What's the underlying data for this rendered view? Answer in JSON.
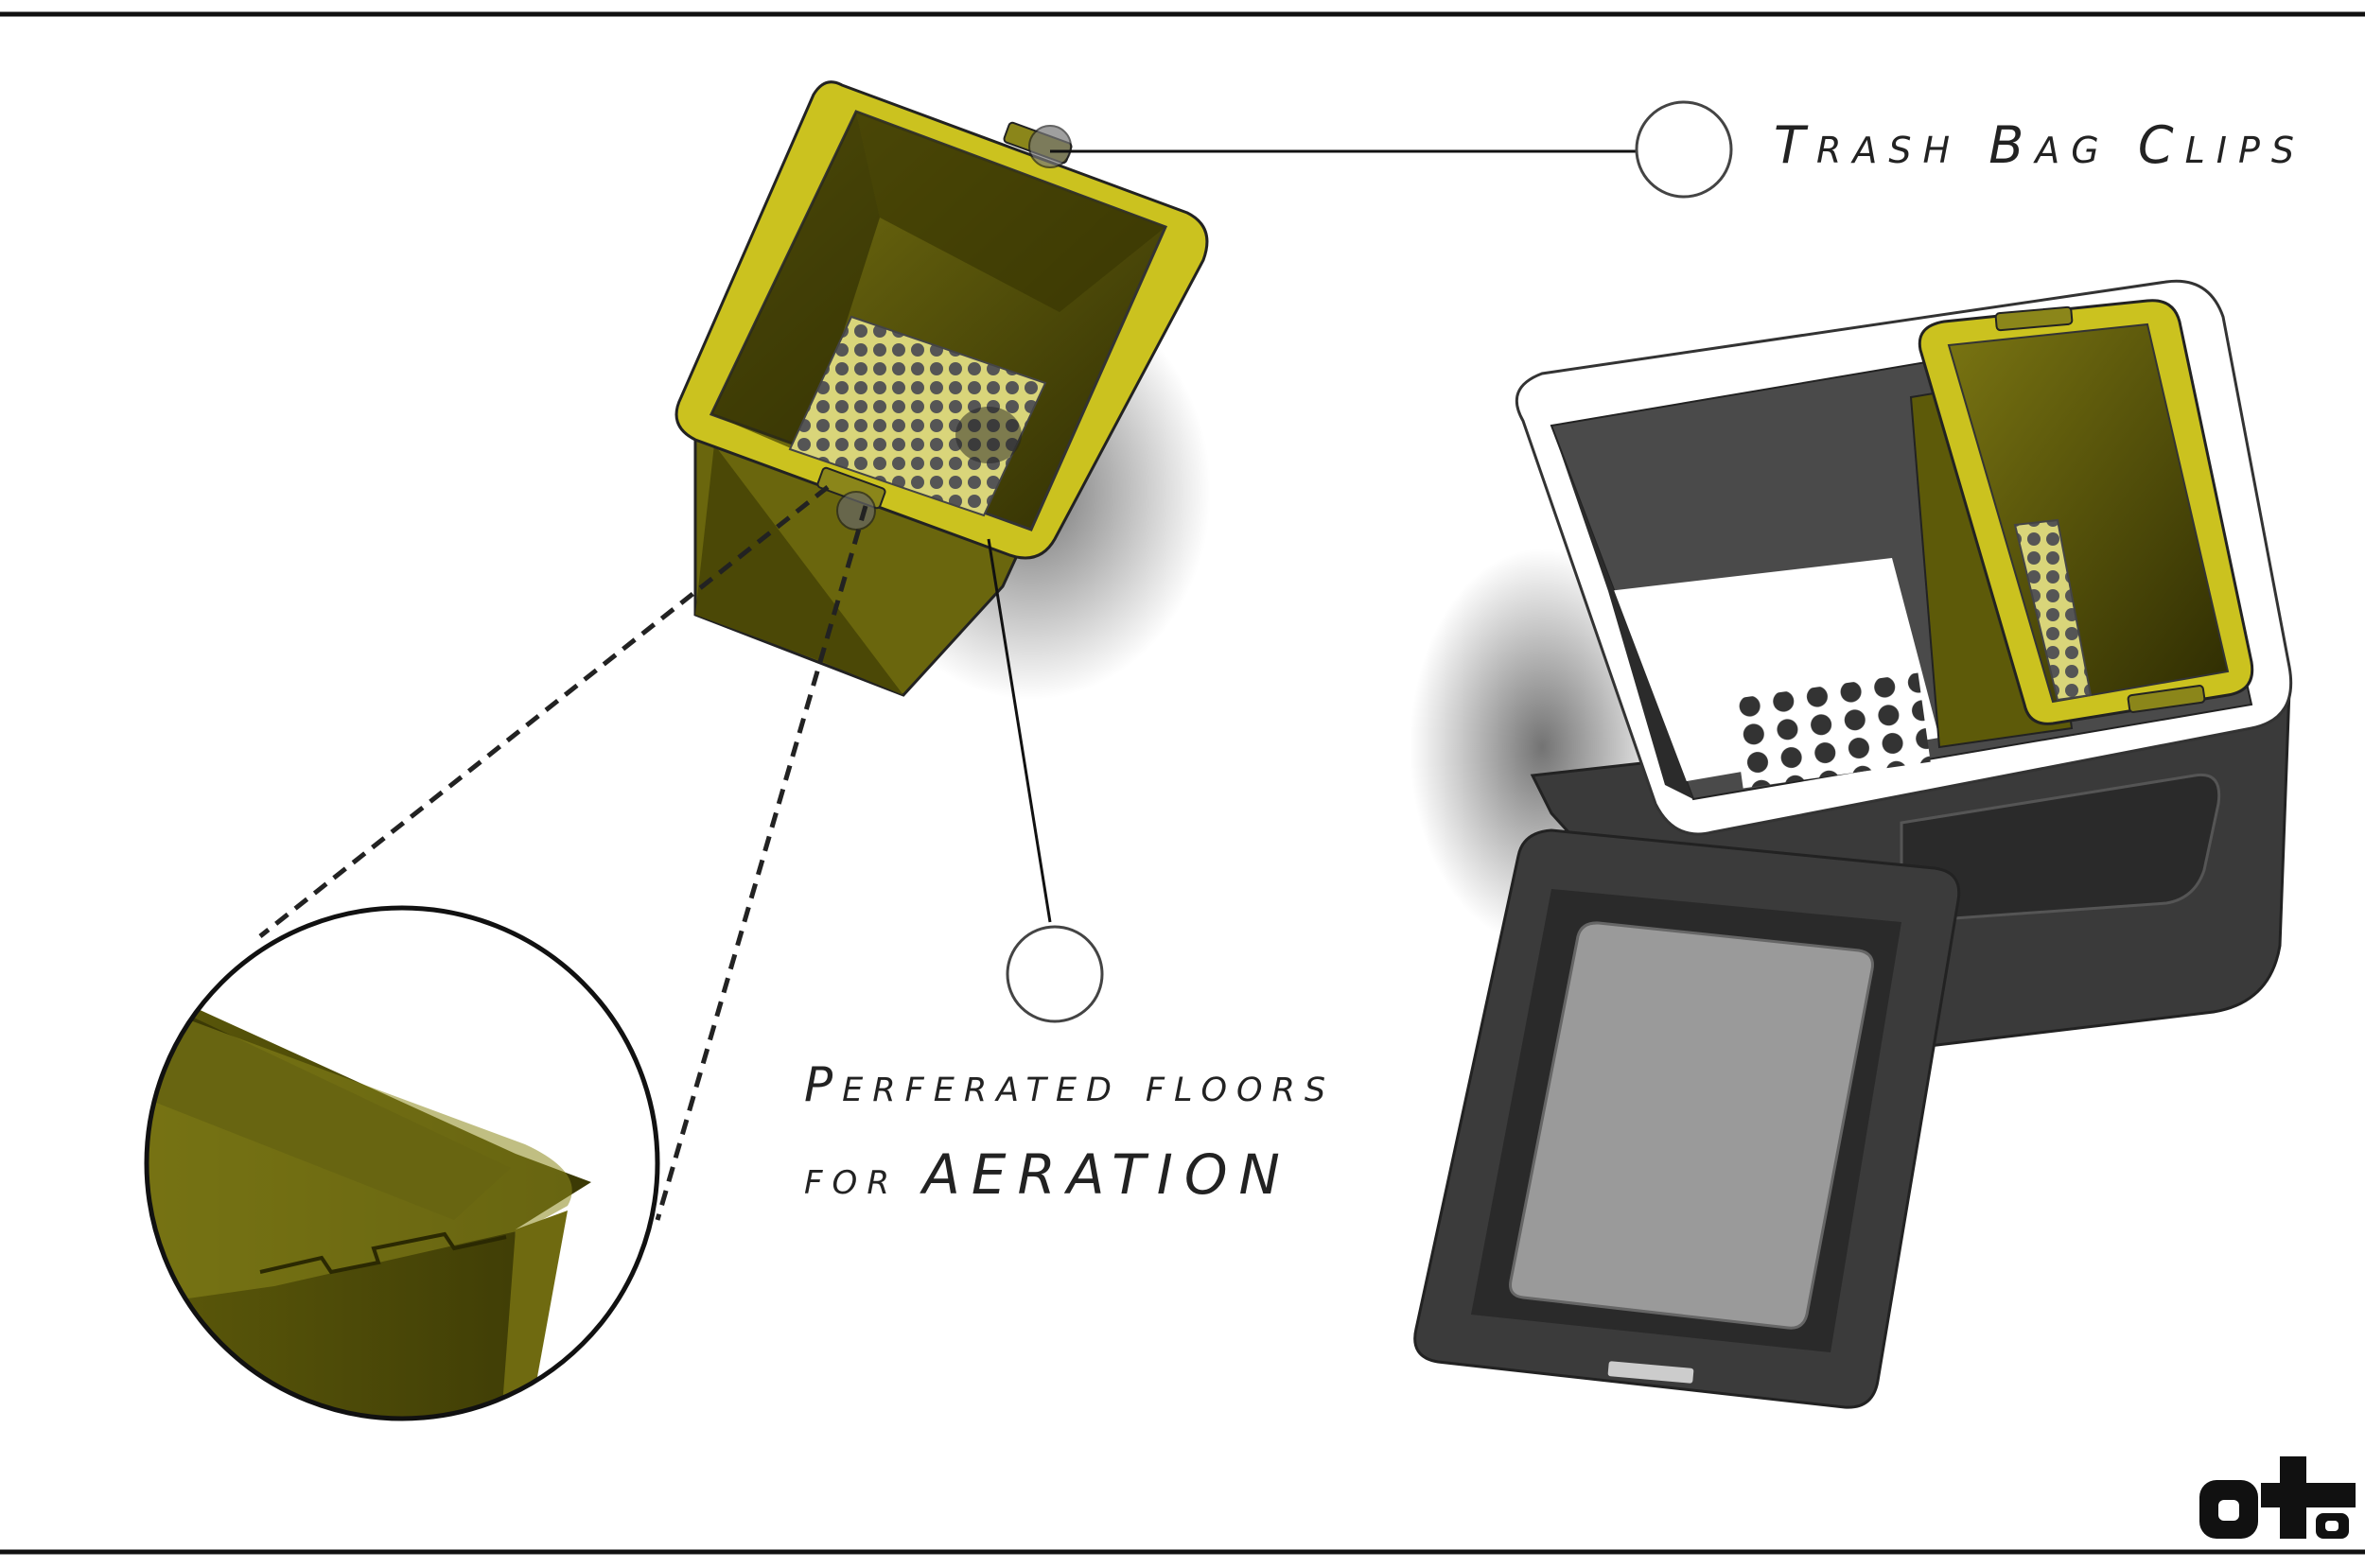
{
  "callouts": {
    "trash_bag_clips": "Trash Bag Clips",
    "perforated_line1": "Perferated floors",
    "perforated_line2_prefix": "for",
    "perforated_line2_emphasis": "AERATION"
  },
  "colors": {
    "accent_yellow": "#cbc21f",
    "dark_olive": "#3f3c04",
    "bin_dark": "#2f2f2f",
    "line": "#111111"
  },
  "icons": {
    "logo": "brand-logo-icon",
    "callout_marker": "callout-circle-icon"
  }
}
